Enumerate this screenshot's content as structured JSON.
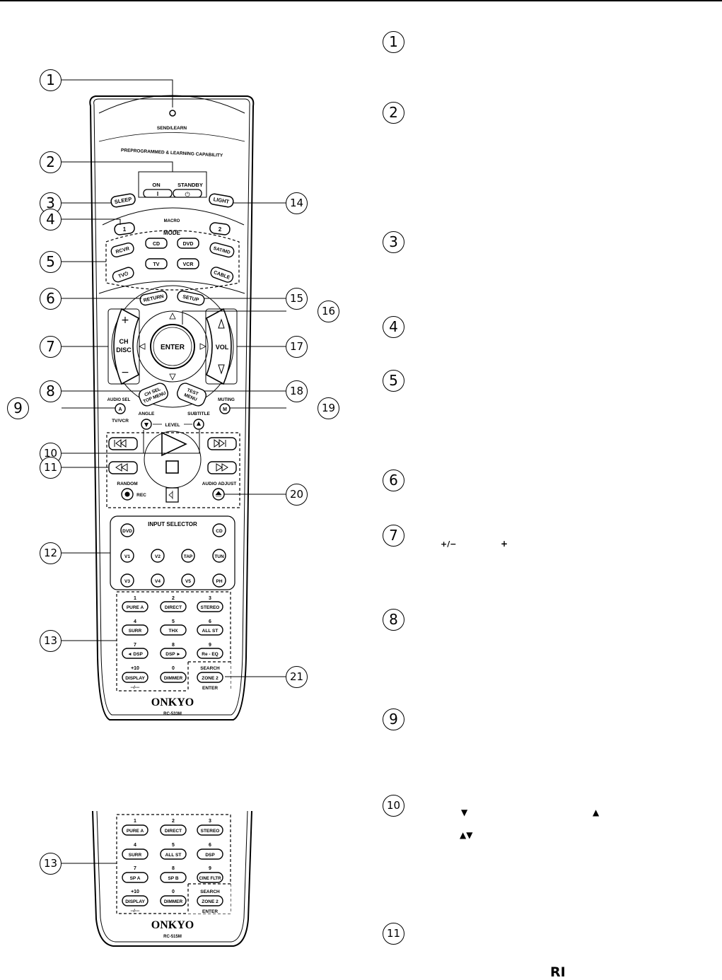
{
  "callouts_left": [
    "1",
    "2",
    "3",
    "4",
    "5",
    "6",
    "7",
    "8",
    "9",
    "10",
    "11",
    "12",
    "13"
  ],
  "callouts_right": [
    "14",
    "15",
    "16",
    "17",
    "18",
    "19",
    "20",
    "21"
  ],
  "remote1": {
    "send_learn": "SEND/LEARN",
    "tagline": "PREPROGRAMMED & LEARNING CAPABILITY",
    "on": "ON",
    "standby": "STANDBY",
    "on_sym": "I",
    "standby_sym": "⏻",
    "sleep": "SLEEP",
    "light": "LIGHT",
    "macro": "MACRO",
    "macro1": "1",
    "macro2": "2",
    "mode": "MODE",
    "rcvr": "RCVR",
    "cd": "CD",
    "dvd": "DVD",
    "satmd": "SAT/MD",
    "tvp": "TV⏻",
    "tv": "TV",
    "vcr": "VCR",
    "cable": "CABLE",
    "return": "RETURN",
    "setup": "SETUP",
    "enter": "ENTER",
    "ch": "CH",
    "disc": "DISC",
    "vol": "VOL",
    "chsel": "CH SEL",
    "topmenu": "TOP MENU",
    "test": "TEST",
    "menu": "MENU",
    "audiosel": "AUDIO SEL",
    "a": "A",
    "tvvcr": "TV/VCR",
    "muting": "MUTING",
    "m": "M",
    "angle": "ANGLE",
    "subtitle": "SUBTITLE",
    "level": "LEVEL",
    "random": "RANDOM",
    "rec": "REC",
    "audioadjust": "AUDIO ADJUST",
    "inputselector": "INPUT SELECTOR",
    "in_dvd": "DVD",
    "in_cd": "CD",
    "in_v1": "V1",
    "in_v2": "V2",
    "in_tap": "TAP",
    "in_tun": "TUN",
    "in_v3": "V3",
    "in_v4": "V4",
    "in_v5": "V5",
    "in_ph": "PH",
    "n1": "1",
    "n2": "2",
    "n3": "3",
    "n4": "4",
    "n5": "5",
    "n6": "6",
    "n7": "7",
    "n8": "8",
    "n9": "9",
    "n10": "+10",
    "n0": "0",
    "purea": "PURE A",
    "direct": "DIRECT",
    "stereo": "STEREO",
    "surr": "SURR",
    "thx": "THX",
    "allst": "ALL ST",
    "dspl": "◄ DSP",
    "dspr": "DSP ►",
    "reeq": "Re - EQ",
    "display": "DISPLAY",
    "dimmer": "DIMMER",
    "search": "SEARCH",
    "zone2": "ZONE 2",
    "enter2": "ENTER",
    "dashes": "--/---",
    "brand": "ONKYO",
    "model": "RC-533M"
  },
  "remote2": {
    "n1": "1",
    "n2": "2",
    "n3": "3",
    "n4": "4",
    "n5": "5",
    "n6": "6",
    "n7": "7",
    "n8": "8",
    "n9": "9",
    "n10": "+10",
    "n0": "0",
    "purea": "PURE A",
    "direct": "DIRECT",
    "stereo": "STEREO",
    "surr": "SURR",
    "allst": "ALL ST",
    "dsp": "DSP",
    "spa": "SP A",
    "spb": "SP B",
    "cine": "CINE FLTR",
    "display": "DISPLAY",
    "dimmer": "DIMMER",
    "search": "SEARCH",
    "zone2": "ZONE 2",
    "enter2": "ENTER",
    "dashes": "--/---",
    "brand": "ONKYO",
    "model": "RC-515M"
  },
  "right_column": {
    "numbers": [
      "1",
      "2",
      "3",
      "4",
      "5",
      "6",
      "7",
      "8",
      "9",
      "10",
      "11"
    ],
    "sym7": "+/−",
    "sym7b": "+",
    "sym10a": "▼",
    "sym10b": "▲",
    "sym10c": "▲▼",
    "sym11": "RI"
  }
}
